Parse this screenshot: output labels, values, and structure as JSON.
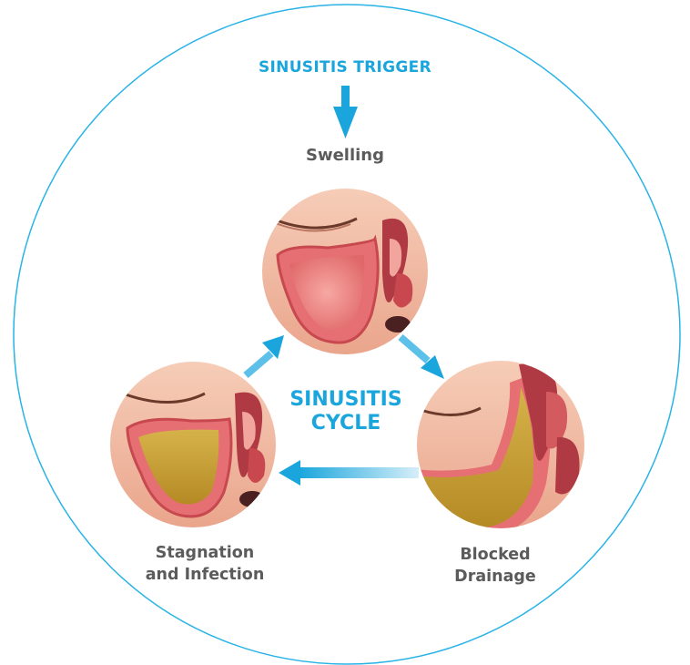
{
  "diagram": {
    "trigger_label": "SINUSITIS TRIGGER",
    "center_title": [
      "SINUSITIS",
      "CYCLE"
    ],
    "stages": [
      {
        "lines": [
          "Swelling"
        ]
      },
      {
        "lines": [
          "Blocked",
          "Drainage"
        ]
      },
      {
        "lines": [
          "Stagnation",
          "and Infection"
        ]
      }
    ],
    "colors": {
      "accent": "#1aa6dc",
      "outline": "#29b3e6",
      "label_gray": "#5b5b5b",
      "skin": "#f2b9a0",
      "tissue": "#e77c77",
      "mucus": "#c9a43a"
    },
    "icons": [
      "arrow-down-icon",
      "arrow-up-right-icon",
      "arrow-down-right-icon",
      "arrow-left-icon"
    ]
  }
}
